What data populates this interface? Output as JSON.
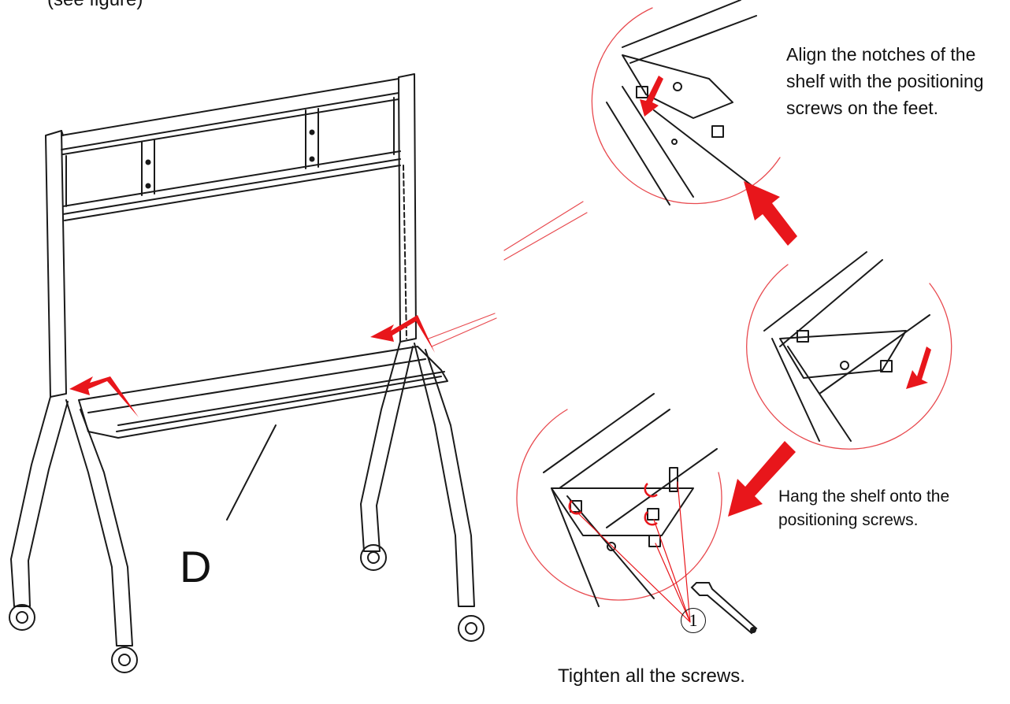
{
  "top_caption": "(see figure)",
  "label_d": "D",
  "steps": {
    "align": "Align the notches of the shelf with the positioning screws on the feet.",
    "hang": "Hang the shelf onto the positioning screws.",
    "tighten": "Tighten all the screws."
  },
  "tool_number": "1",
  "colors": {
    "line": "#1a1a1a",
    "accent": "#e8161b",
    "detail_circle": "#e84a4f"
  },
  "icons": [
    "wrench-icon",
    "curved-arrow-icon",
    "straight-arrow-icon"
  ]
}
